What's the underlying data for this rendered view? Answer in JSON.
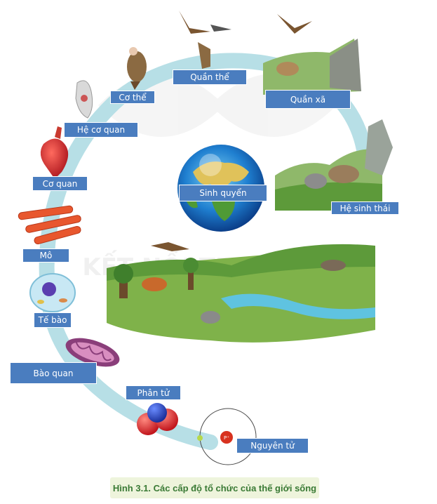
{
  "levels": [
    {
      "key": "nguyen-tu",
      "label": "Nguyên tử"
    },
    {
      "key": "phan-tu",
      "label": "Phân tử"
    },
    {
      "key": "bao-quan",
      "label": "Bào quan"
    },
    {
      "key": "te-bao",
      "label": "Tế bào"
    },
    {
      "key": "mo",
      "label": "Mô"
    },
    {
      "key": "co-quan",
      "label": "Cơ quan"
    },
    {
      "key": "he-co-quan",
      "label": "Hệ cơ quan"
    },
    {
      "key": "co-the",
      "label": "Cơ thể"
    },
    {
      "key": "quan-the",
      "label": "Quần thể"
    },
    {
      "key": "quan-xa",
      "label": "Quần xã"
    },
    {
      "key": "he-sinh-thai",
      "label": "Hệ sinh thái"
    },
    {
      "key": "sinh-quyen",
      "label": "Sinh quyển"
    }
  ],
  "watermark": "KẾT NỐI TRI THỨC",
  "atom_symbol": "P⁺",
  "caption": "Hình 3.1. Các cấp độ tổ chức của thế giới sống",
  "colors": {
    "label_bg": "#4a7dbf",
    "spiral": "#b7dfe6",
    "caption_bg": "#eef4dc",
    "caption_text": "#3a7a35"
  }
}
